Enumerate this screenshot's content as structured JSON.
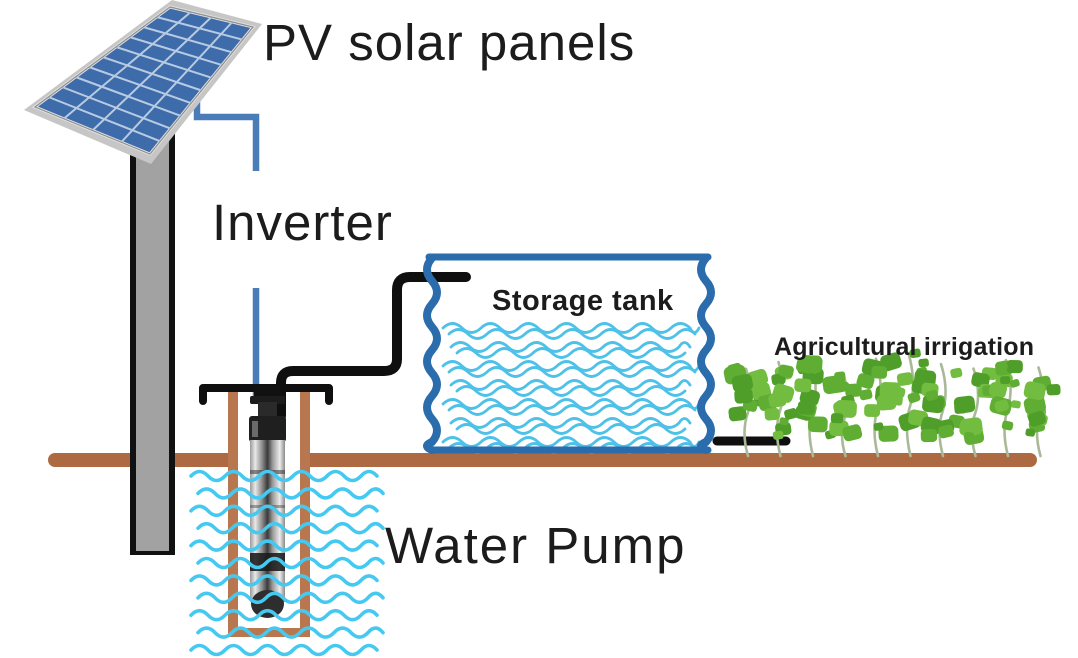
{
  "labels": {
    "pv_panels": "PV solar panels",
    "inverter": "Inverter",
    "storage_tank": "Storage tank",
    "agricultural_irrigation": "Agricultural irrigation",
    "water_pump": "Water Pump"
  },
  "colors": {
    "panel_blue": "#3e6cab",
    "panel_grid": "#b9cbe2",
    "panel_frame": "#c6c6c6",
    "pole_grey": "#a2a2a2",
    "outline_black": "#111111",
    "wire_blue": "#4a7cb8",
    "pipe_black": "#0f0f0f",
    "tank_border": "#2a6cac",
    "tank_water": "#4ec1e8",
    "well_water": "#45c9f0",
    "ground_brown": "#ad6a42",
    "well_wall": "#b97750",
    "plant_green": "#5fae33",
    "plant_green_dark": "#4f9e2a",
    "plant_green_light": "#72bd3f",
    "plant_stem": "#a9b998",
    "text_black": "#1c1c1c"
  }
}
